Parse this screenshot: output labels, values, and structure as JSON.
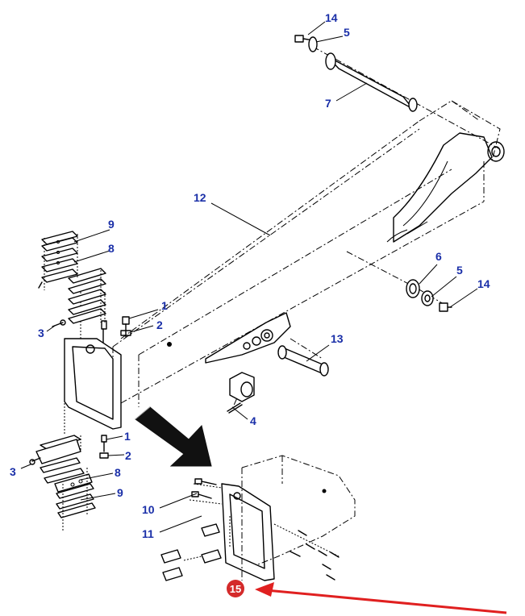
{
  "diagram": {
    "callouts": {
      "c1a": "1",
      "c1b": "1",
      "c2a": "2",
      "c2b": "2",
      "c3a": "3",
      "c3b": "3",
      "c4": "4",
      "c5a": "5",
      "c5b": "5",
      "c6": "6",
      "c7": "7",
      "c8a": "8",
      "c8b": "8",
      "c9a": "9",
      "c9b": "9",
      "c10": "10",
      "c11": "11",
      "c12": "12",
      "c13": "13",
      "c14a": "14",
      "c14b": "14",
      "c15": "15"
    },
    "colors": {
      "callout_text": "#1a2fa8",
      "highlight": "#e02020",
      "line": "#000000",
      "arrow_fill": "#111111"
    }
  }
}
